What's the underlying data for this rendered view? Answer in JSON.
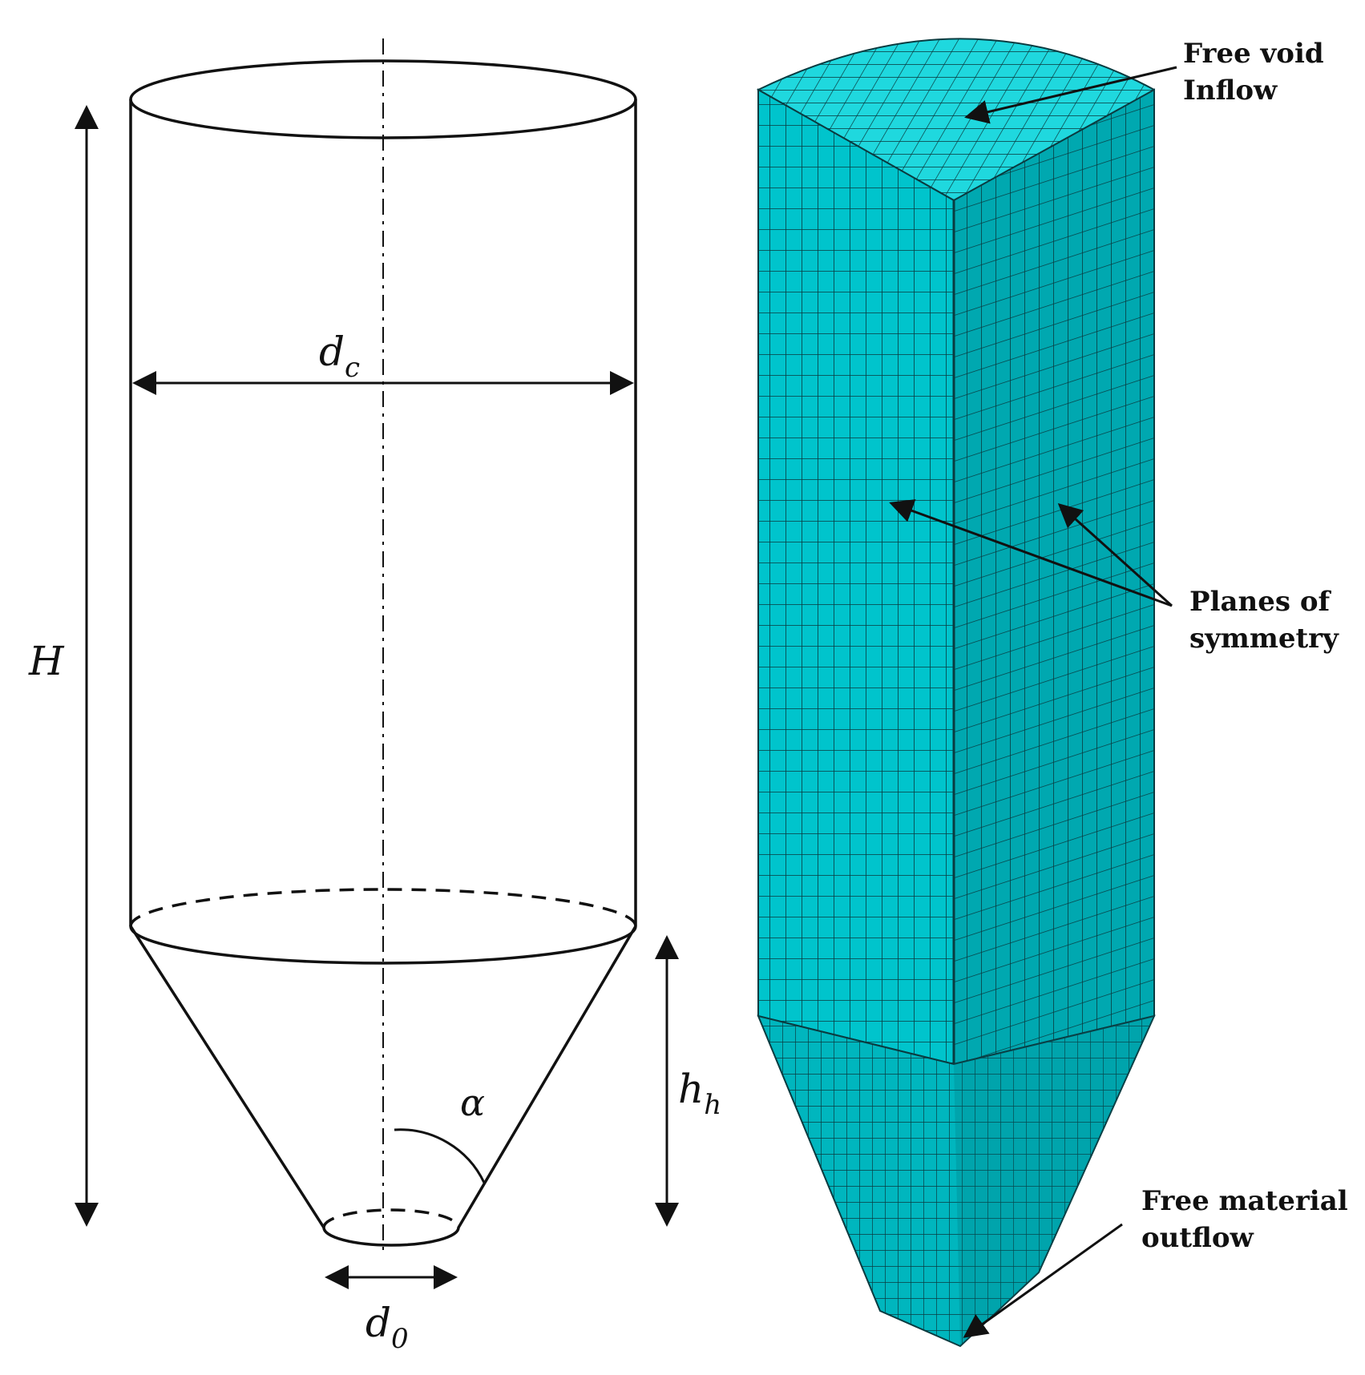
{
  "schematic": {
    "labels": {
      "height": "H",
      "cylinder_diameter": "d",
      "cylinder_diameter_sub": "c",
      "hopper_height": "h",
      "hopper_height_sub": "h",
      "outlet_diameter": "d",
      "outlet_diameter_sub": "0",
      "hopper_angle": "α"
    }
  },
  "mesh_model": {
    "colors": {
      "mesh_fill": "#00c4cc",
      "mesh_fill_dark": "#00a8b0",
      "mesh_fill_light": "#1fd8de",
      "mesh_grid": "#0a3b40"
    },
    "annotations": {
      "top_line1": "Free void",
      "top_line2": "Inflow",
      "symmetry_line1": "Planes of",
      "symmetry_line2": "symmetry",
      "bottom_line1": "Free material",
      "bottom_line2": "outflow"
    }
  }
}
